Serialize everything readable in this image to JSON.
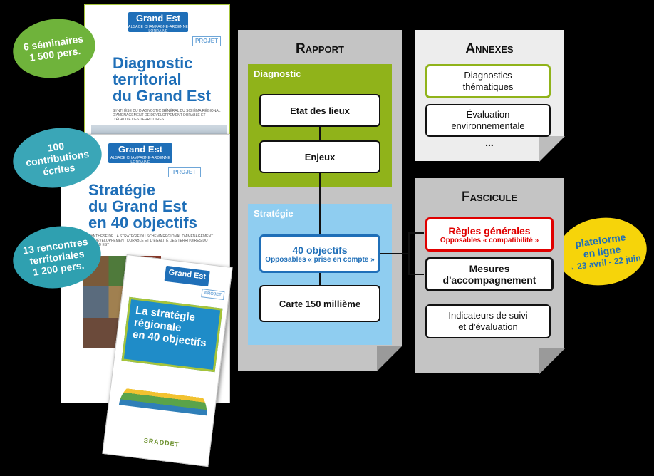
{
  "brochure1": {
    "logo": "Grand Est",
    "logo_sub": "ALSACE CHAMPAGNE-ARDENNE LORRAINE",
    "projet": "PROJET",
    "title": [
      "Diagnostic",
      "territorial",
      "du Grand Est"
    ],
    "subtitle": "SYNTHÈSE DU DIAGNOSTIC GÉNÉRAL DU SCHÉMA RÉGIONAL D'AMÉNAGEMENT DE DÉVELOPPEMENT DURABLE ET D'ÉGALITÉ DES TERRITOIRES"
  },
  "brochure2": {
    "logo": "Grand Est",
    "logo_sub": "ALSACE CHAMPAGNE-ARDENNE LORRAINE",
    "projet": "PROJET",
    "title": [
      "Stratégie",
      "du Grand Est",
      "en 40 objectifs"
    ],
    "subtitle": "SYNTHÈSE DE LA STRATÉGIE DU SCHÉMA RÉGIONAL D'AMÉNAGEMENT DE DÉVELOPPEMENT DURABLE ET D'ÉGALITÉ DES TERRITOIRES DU GRAND EST"
  },
  "brochure3": {
    "logo": "Grand Est",
    "projet": "PROJET",
    "title": [
      "La stratégie",
      "régionale",
      "en 40 objectifs"
    ],
    "subtitle": "SRADDET",
    "footer": "SRADDET"
  },
  "bubbles": {
    "b1": [
      "6 séminaires",
      "1 500 pers."
    ],
    "b2": [
      "100",
      "contributions",
      "écrites"
    ],
    "b3": [
      "13 rencontres",
      "territoriales",
      "1 200 pers."
    ],
    "b4": [
      "plateforme",
      "en ligne",
      "→ 23 avril - 22 juin"
    ]
  },
  "rapport": {
    "title": "Rapport",
    "diagnostic_label": "Diagnostic",
    "etat": "Etat des lieux",
    "enjeux": "Enjeux",
    "strategie_label": "Stratégie",
    "objectifs": "40 objectifs",
    "objectifs_sub": "Opposables « prise en compte »",
    "carte": "Carte 150 millième"
  },
  "annexes": {
    "title": "Annexes",
    "diag": [
      "Diagnostics",
      "thématiques"
    ],
    "eval": [
      "Évaluation",
      "environnementale"
    ],
    "more": "..."
  },
  "fascicule": {
    "title": "Fascicule",
    "regles": "Règles générales",
    "regles_sub": "Opposables « compatibilité »",
    "mesures": [
      "Mesures",
      "d'accompagnement"
    ],
    "indicateurs": [
      "Indicateurs de suivi",
      "et d'évaluation"
    ]
  },
  "colors": {
    "green": "#90b31a",
    "blue": "#8fcdf0",
    "grand_est_blue": "#1f6fb8",
    "red": "#e00000",
    "yellow": "#f6d40a",
    "bubble_green": "#6fb33b",
    "bubble_teal": "#2fa8b4"
  }
}
